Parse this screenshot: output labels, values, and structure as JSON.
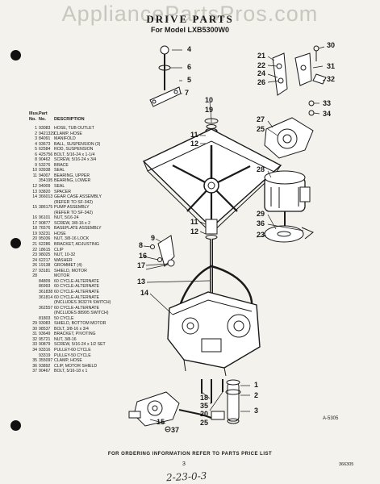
{
  "watermark": "AppliancePartsPros.com",
  "title": "DRIVE PARTS",
  "model": "For Model LXB5300W0",
  "headers": {
    "illus_no_top": "Illus.",
    "illus_no_bottom": "No.",
    "part_no_top": "Part",
    "part_no_bottom": "No.",
    "description": "DESCRIPTION"
  },
  "parts": [
    {
      "illus": "1",
      "part": "93083",
      "desc": "HOSE, TUB OUTLET"
    },
    {
      "illus": "2",
      "part": "9421329",
      "desc": "CLAMP, HOSE"
    },
    {
      "illus": "3",
      "part": "84091",
      "desc": "MANIFOLD"
    },
    {
      "illus": "4",
      "part": "93673",
      "desc": "BALL, SUSPENSION (3)"
    },
    {
      "illus": "5",
      "part": "62584",
      "desc": "ROD, SUSPENSION"
    },
    {
      "illus": "6",
      "part": "425756",
      "desc": "BOLT, 5/16-24 x 1-1/4"
    },
    {
      "illus": "8",
      "part": "90462",
      "desc": "SCREW, 5/16-24 x 3/4"
    },
    {
      "illus": "9",
      "part": "53276",
      "desc": "BRACE"
    },
    {
      "illus": "10",
      "part": "93938",
      "desc": "SEAL"
    },
    {
      "illus": "11",
      "part": "94007",
      "desc": "BEARING, UPPER"
    },
    {
      "illus": "",
      "part": "354195",
      "desc": "BEARING, LOWER"
    },
    {
      "illus": "12",
      "part": "94009",
      "desc": "SEAL"
    },
    {
      "illus": "13",
      "part": "93820",
      "desc": "SPACER"
    },
    {
      "illus": "14",
      "part": "366013",
      "desc": "GEAR CASE ASSEMBLY"
    },
    {
      "illus": "",
      "part": "",
      "desc": "(REFER TO SF-342)"
    },
    {
      "illus": "15",
      "part": "386175",
      "desc": "PUMP ASSEMBLY"
    },
    {
      "illus": "",
      "part": "",
      "desc": "(REFER TO SF-342)"
    },
    {
      "illus": "16",
      "part": "96101",
      "desc": "NUT, 5/16-24"
    },
    {
      "illus": "17",
      "part": "90877",
      "desc": "SCREW, 3/8-16 x 2"
    },
    {
      "illus": "18",
      "part": "76576",
      "desc": "BASEPLATE ASSEMBLY"
    },
    {
      "illus": "19",
      "part": "93231",
      "desc": "HOSE"
    },
    {
      "illus": "20",
      "part": "95036",
      "desc": "NUT, 3/8-16 LOCK"
    },
    {
      "illus": "21",
      "part": "62286",
      "desc": "BRACKET, ADJUSTING"
    },
    {
      "illus": "22",
      "part": "18615",
      "desc": "CLIP"
    },
    {
      "illus": "23",
      "part": "98025",
      "desc": "NUT, 10-32"
    },
    {
      "illus": "24",
      "part": "62217",
      "desc": "WASHER"
    },
    {
      "illus": "26",
      "part": "19138",
      "desc": "GROMMET (4)"
    },
    {
      "illus": "27",
      "part": "93181",
      "desc": "SHIELD, MOTOR"
    },
    {
      "illus": "28",
      "part": "",
      "desc": "MOTOR"
    },
    {
      "illus": "",
      "part": "84809",
      "desc": "60 CYCLE-ALTERNATE"
    },
    {
      "illus": "",
      "part": "86993",
      "desc": "60 CYCLE-ALTERNATE"
    },
    {
      "illus": "",
      "part": "361838",
      "desc": "60 CYCLE-ALTERNATE"
    },
    {
      "illus": "",
      "part": "361814",
      "desc": "60 CYCLE-ALTERNATE"
    },
    {
      "illus": "",
      "part": "",
      "desc": "(INCLUDES 363274 SWITCH)"
    },
    {
      "illus": "",
      "part": "362557",
      "desc": "60 CYCLE-ALTERNATE"
    },
    {
      "illus": "",
      "part": "",
      "desc": "(INCLUDES 88995 SWITCH)"
    },
    {
      "illus": "",
      "part": "81803",
      "desc": "50 CYCLE"
    },
    {
      "illus": "29",
      "part": "93083",
      "desc": "SHIELD, BOTTOM MOTOR"
    },
    {
      "illus": "30",
      "part": "98537",
      "desc": "BOLT, 3/8-16 x 3/4"
    },
    {
      "illus": "31",
      "part": "93649",
      "desc": "BRACKET, PIVOTING"
    },
    {
      "illus": "32",
      "part": "95721",
      "desc": "NUT, 3/8-16"
    },
    {
      "illus": "33",
      "part": "90879",
      "desc": "SCREW, 5/16-24 x 1/2 SET"
    },
    {
      "illus": "34",
      "part": "93316",
      "desc": "PULLEY-60 CYCLE"
    },
    {
      "illus": "",
      "part": "93319",
      "desc": "PULLEY-50 CYCLE"
    },
    {
      "illus": "35",
      "part": "355097",
      "desc": "CLAMP, HOSE"
    },
    {
      "illus": "36",
      "part": "93892",
      "desc": "CLIP, MOTOR SHIELD"
    },
    {
      "illus": "37",
      "part": "90467",
      "desc": "BOLT, 5/16-18 x 1"
    }
  ],
  "callouts": {
    "c1": "1",
    "c2": "2",
    "c3": "3",
    "c4": "4",
    "c5": "5",
    "c6": "6",
    "c7": "7",
    "c8": "8",
    "c9": "9",
    "c10": "10",
    "c11a": "11",
    "c11b": "11",
    "c12a": "12",
    "c12b": "12",
    "c13": "13",
    "c14": "14",
    "c15": "15",
    "c16": "16",
    "c17": "17",
    "c18": "18",
    "c19": "19",
    "c20": "20",
    "c21": "21",
    "c22": "22",
    "c23": "23",
    "c24": "24",
    "c25": "25",
    "c26": "26",
    "c27": "27",
    "c28": "28",
    "c29": "29",
    "c30": "30",
    "c31": "31",
    "c32": "32",
    "c33": "33",
    "c34": "34",
    "c35": "35",
    "c36": "36",
    "c37": "37"
  },
  "figure_id": "A-5305",
  "footer": "FOR ORDERING INFORMATION REFER TO PARTS PRICE LIST",
  "page_number": "3",
  "doc_number": "366305",
  "handwriting": "2-23-0-3"
}
